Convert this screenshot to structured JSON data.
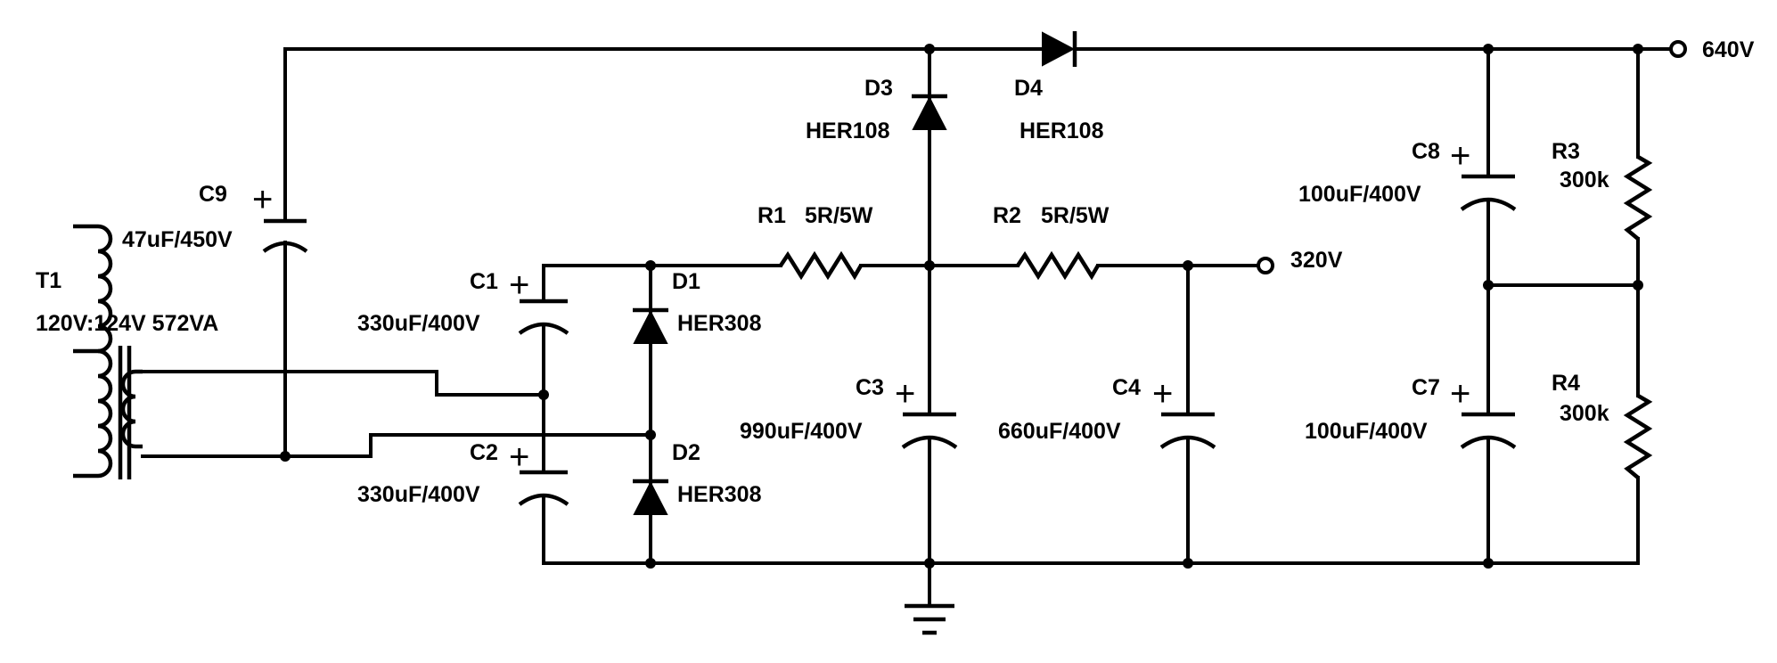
{
  "transformer": {
    "ref": "T1",
    "rating": "120V:124V 572VA"
  },
  "capacitors": [
    {
      "ref": "C1",
      "value": "330uF/400V"
    },
    {
      "ref": "C2",
      "value": "330uF/400V"
    },
    {
      "ref": "C3",
      "value": "990uF/400V"
    },
    {
      "ref": "C4",
      "value": "660uF/400V"
    },
    {
      "ref": "C7",
      "value": "100uF/400V"
    },
    {
      "ref": "C8",
      "value": "100uF/400V"
    },
    {
      "ref": "C9",
      "value": "47uF/450V"
    }
  ],
  "diodes": [
    {
      "ref": "D1",
      "part": "HER308"
    },
    {
      "ref": "D2",
      "part": "HER308"
    },
    {
      "ref": "D3",
      "part": "HER108"
    },
    {
      "ref": "D4",
      "part": "HER108"
    }
  ],
  "resistors": [
    {
      "ref": "R1",
      "value": "5R/5W"
    },
    {
      "ref": "R2",
      "value": "5R/5W"
    },
    {
      "ref": "R3",
      "value": "300k"
    },
    {
      "ref": "R4",
      "value": "300k"
    }
  ],
  "outputs": [
    {
      "label": "640V"
    },
    {
      "label": "320V"
    }
  ],
  "polarity_mark": "+"
}
